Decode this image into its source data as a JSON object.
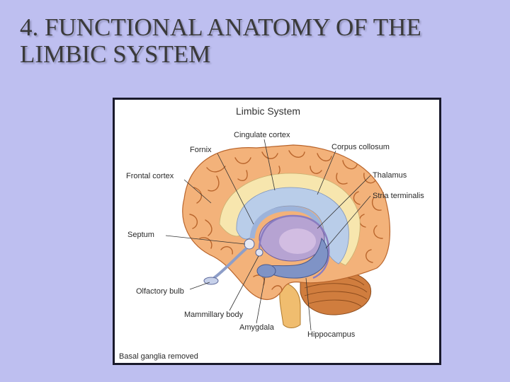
{
  "slide": {
    "title_line1": "4. FUNCTIONAL ANATOMY OF THE",
    "title_line2": "LIMBIC SYSTEM"
  },
  "figure": {
    "title": "Limbic System",
    "footer": "Basal ganglia removed",
    "labels": {
      "cingulate_cortex": "Cingulate cortex",
      "fornix": "Fornix",
      "corpus_collosum": "Corpus collosum",
      "frontal_cortex": "Frontal cortex",
      "thalamus": "Thalamus",
      "stria_terminalis": "Stria terminalis",
      "septum": "Septum",
      "olfactory_bulb": "Olfactory bulb",
      "mammillary_body": "Mammillary body",
      "amygdala": "Amygdala",
      "hippocampus": "Hippocampus"
    },
    "colors": {
      "cortex": "#f3b27a",
      "corpus_callosum": "#b9cde9",
      "cingulate": "#f7e6ae",
      "thalamus": "#b6a3d2",
      "hippocampus": "#7f93c6",
      "cerebellum": "#d07d3e",
      "brainstem": "#f0bd6f"
    }
  }
}
